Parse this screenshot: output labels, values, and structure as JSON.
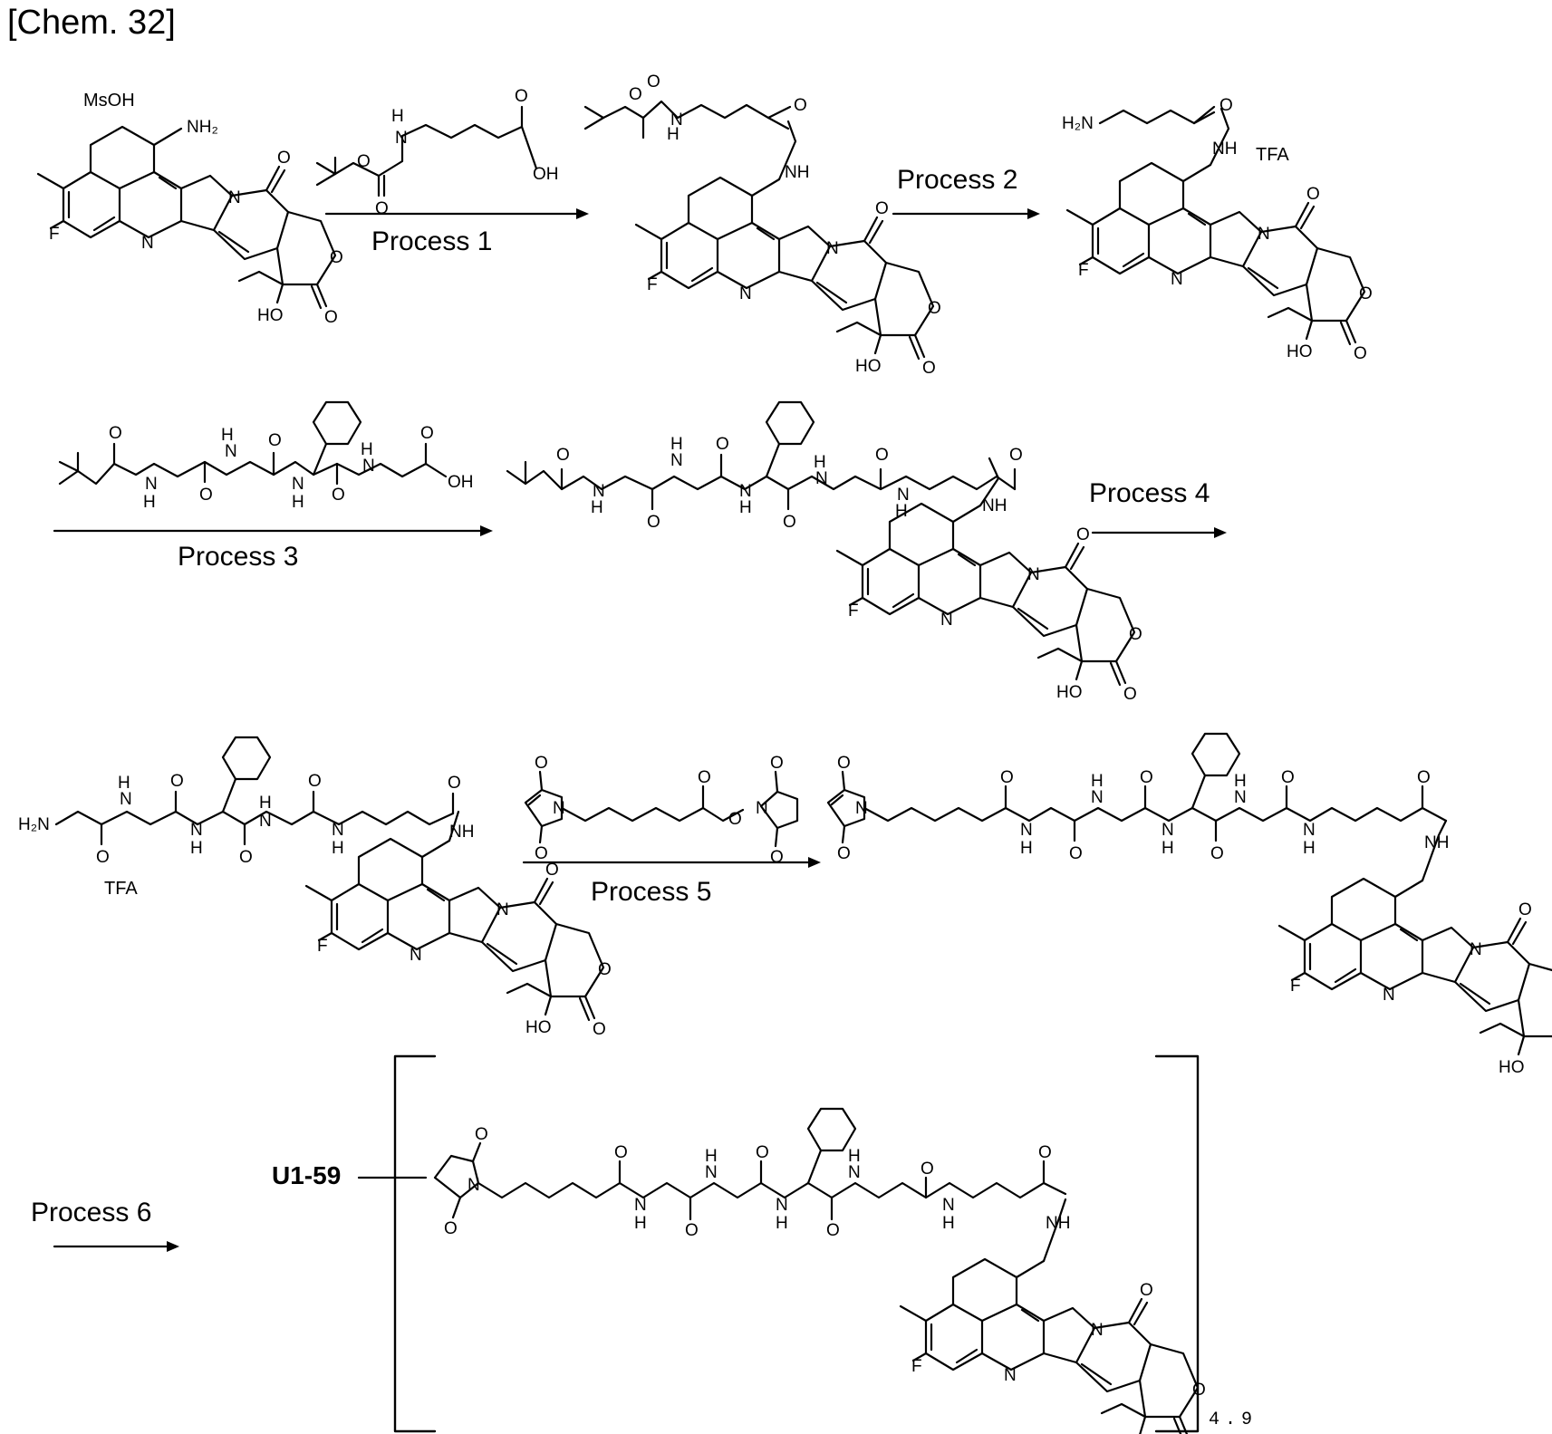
{
  "title": "[Chem. 32]",
  "processes": [
    "Process 1",
    "Process 2",
    "Process 3",
    "Process 4",
    "Process 5",
    "Process 6"
  ],
  "labels": {
    "salt_msoh": "MsOH",
    "salt_tfa_1": "TFA",
    "salt_tfa_2": "TFA",
    "conjugate_name": "U1-59",
    "drug_ratio": "4.9"
  },
  "atom_labels": {
    "nh2": "NH₂",
    "h2n": "H₂N",
    "nh": "NH",
    "n": "N",
    "h": "H",
    "o": "O",
    "oh": "OH",
    "ho": "HO",
    "f": "F"
  }
}
